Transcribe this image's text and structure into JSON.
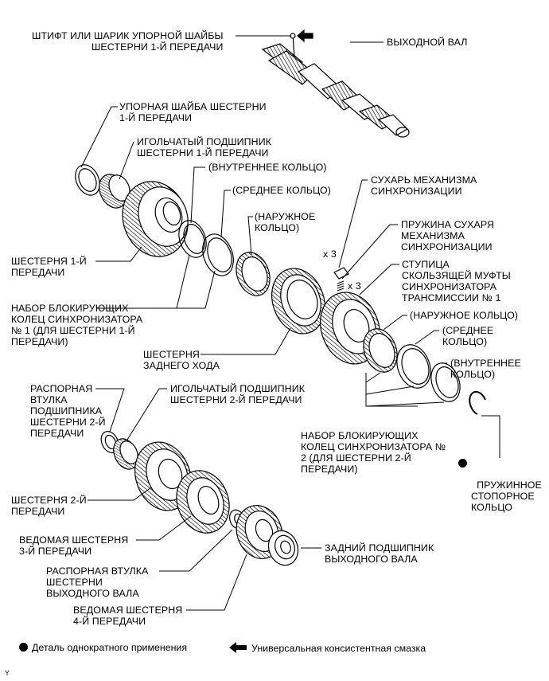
{
  "labels": {
    "pin_ball": "ШТИФТ ИЛИ ШАРИК УПОРНОЙ ШАЙБЫ\nШЕСТЕРНИ 1-Й ПЕРЕДАЧИ",
    "output_shaft": "ВЫХОДНОЙ ВАЛ",
    "thrust_washer": "УПОРНАЯ ШАЙБА ШЕСТЕРНИ\n1-Й ПЕРЕДАЧИ",
    "needle_bearing_1": "ИГОЛЬЧАТЫЙ ПОДШИПНИК\nШЕСТЕРНИ 1-Й ПЕРЕДАЧИ",
    "inner_ring_1": "(ВНУТРЕННЕЕ КОЛЬЦО)",
    "middle_ring_1": "(СРЕДНЕЕ КОЛЬЦО)",
    "outer_ring_1": "(НАРУЖНОЕ\nКОЛЬЦО)",
    "shifting_key": "СУХАРЬ МЕХАНИЗМА\nСИНХРОНИЗАЦИИ",
    "key_spring": "ПРУЖИНА СУХАРЯ\nМЕХАНИЗМА\nСИНХРОНИЗАЦИИ",
    "x3_key": "x 3",
    "x3_spring": "x 3",
    "hub_sleeve": "СТУПИЦА\nСКОЛЬЗЯЩЕЙ МУФТЫ\nСИНХРОНИЗАТОРА\nТРАНСМИССИИ № 1",
    "outer_ring_2": "(НАРУЖНОЕ КОЛЬЦО)",
    "middle_ring_2": "(СРЕДНЕЕ\nКОЛЬЦО)",
    "inner_ring_2": "(ВНУТРЕННЕЕ\nКОЛЬЦО)",
    "first_gear": "ШЕСТЕРНЯ 1-Й\nПЕРЕДАЧИ",
    "sync_set_1": "НАБОР БЛОКИРУЮЩИХ\nКОЛЕЦ СИНХРОНИЗАТОРА\n№ 1 (ДЛЯ ШЕСТЕРНИ 1-Й\nПЕРЕДАЧИ)",
    "reverse_gear": "ШЕСТЕРНЯ\nЗАДНЕГО ХОДА",
    "bushing_2": "РАСПОРНАЯ\nВТУЛКА\nПОДШИПНИКА\nШЕСТЕРНИ 2-Й\nПЕРЕДАЧИ",
    "needle_bearing_2": "ИГОЛЬЧАТЫЙ ПОДШИПНИК\nШЕСТЕРНИ 2-Й ПЕРЕДАЧИ",
    "sync_set_2": "НАБОР БЛОКИРУЮЩИХ\nКОЛЕЦ СИНХРОНИЗАТОРА №\n2 (ДЛЯ ШЕСТЕРНИ 2-Й\nПЕРЕДАЧИ)",
    "snap_ring": "ПРУЖИННОЕ\nСТОПОРНОЕ\nКОЛЬЦО",
    "second_gear": "ШЕСТЕРНЯ 2-Й\nПЕРЕДАЧИ",
    "driven_gear_3": "ВЕДОМАЯ ШЕСТЕРНЯ\n3-Й ПЕРЕДАЧИ",
    "spacer_shaft": "РАСПОРНАЯ ВТУЛКА\nШЕСТЕРНИ\nВЫХОДНОГО ВАЛА",
    "rear_bearing": "ЗАДНИЙ ПОДШИПНИК\nВЫХОДНОГО ВАЛА",
    "driven_gear_4": "ВЕДОМАЯ ШЕСТЕРНЯ\n4-Й ПЕРЕДАЧИ"
  },
  "legend": {
    "non_reusable": "Деталь однократного применения",
    "grease": "Универсальная консистентная смазка"
  },
  "corner_mark": "Y"
}
